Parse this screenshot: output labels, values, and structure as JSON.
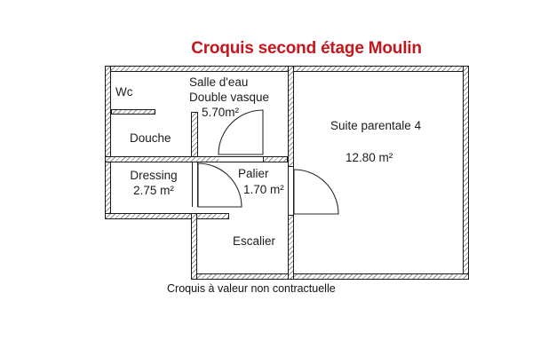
{
  "title": "Croquis second étage Moulin",
  "title_color": "#c4161c",
  "footnote": "Croquis à valeur non contractuelle",
  "rooms": {
    "wc": {
      "label": "Wc"
    },
    "salle_deau": {
      "label": "Salle d'eau",
      "line2": "Double vasque",
      "area": "5.70m²"
    },
    "douche": {
      "label": "Douche"
    },
    "dressing": {
      "label": "Dressing",
      "area": "2.75 m²"
    },
    "palier": {
      "label": "Palier",
      "area": "1.70 m²"
    },
    "escalier": {
      "label": "Escalier"
    },
    "suite_parentale": {
      "label": "Suite parentale 4",
      "area": "12.80 m²"
    }
  }
}
